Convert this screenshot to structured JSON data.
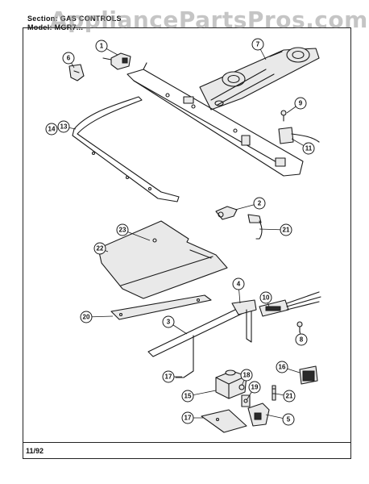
{
  "watermark": "AppliancePartsPros.com",
  "header": {
    "section_line": "Section: GAS CONTROLS",
    "model_line": "Model: MGR7..."
  },
  "footer": {
    "date": "11/92"
  },
  "callouts": [
    {
      "id": "callout-1",
      "label": "1"
    },
    {
      "id": "callout-2",
      "label": "2"
    },
    {
      "id": "callout-3",
      "label": "3"
    },
    {
      "id": "callout-4",
      "label": "4"
    },
    {
      "id": "callout-5",
      "label": "5"
    },
    {
      "id": "callout-6",
      "label": "6"
    },
    {
      "id": "callout-7",
      "label": "7"
    },
    {
      "id": "callout-8",
      "label": "8"
    },
    {
      "id": "callout-9",
      "label": "9"
    },
    {
      "id": "callout-10",
      "label": "10"
    },
    {
      "id": "callout-11",
      "label": "11"
    },
    {
      "id": "callout-13",
      "label": "13"
    },
    {
      "id": "callout-14",
      "label": "14"
    },
    {
      "id": "callout-15",
      "label": "15"
    },
    {
      "id": "callout-16",
      "label": "16"
    },
    {
      "id": "callout-17a",
      "label": "17"
    },
    {
      "id": "callout-17b",
      "label": "17"
    },
    {
      "id": "callout-18",
      "label": "18"
    },
    {
      "id": "callout-19",
      "label": "19"
    },
    {
      "id": "callout-20",
      "label": "20"
    },
    {
      "id": "callout-21a",
      "label": "21"
    },
    {
      "id": "callout-21b",
      "label": "21"
    },
    {
      "id": "callout-22",
      "label": "22"
    },
    {
      "id": "callout-23",
      "label": "23"
    }
  ]
}
